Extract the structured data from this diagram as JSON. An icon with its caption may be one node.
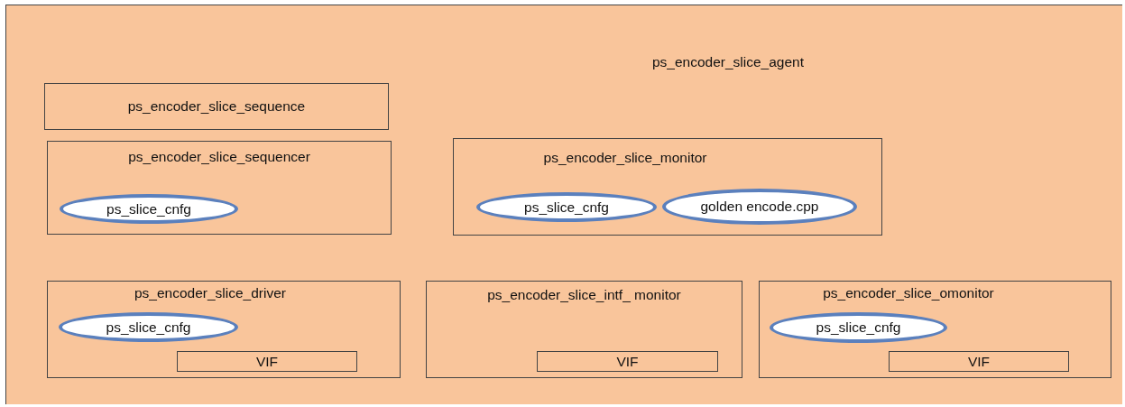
{
  "diagram": {
    "nodes": [
      {
        "text": [
          "ps_encoder_slice_agent"
        ]
      },
      {
        "text": [
          "ps_encoder_slice_sequence"
        ],
        "in": 0
      },
      {
        "text": [
          "ps_encoder_slice_sequencer"
        ],
        "in": 0
      },
      {
        "text": [
          "ps_slice_cnfg"
        ],
        "in": 2
      },
      {
        "text": [
          "ps_encoder_slice_monitor"
        ],
        "in": 0
      },
      {
        "text": [
          "ps_slice_cnfg"
        ],
        "in": 4
      },
      {
        "text": [
          "golden encode.cpp"
        ],
        "in": 4
      },
      {
        "text": [
          "ps_encoder_slice_driver"
        ],
        "in": 0
      },
      {
        "text": [
          "ps_slice_cnfg"
        ],
        "in": 7
      },
      {
        "text": [
          "VIF"
        ],
        "in": 7
      },
      {
        "text": [
          "ps_encoder_slice_intf_ monitor"
        ],
        "in": 0
      },
      {
        "text": [
          "VIF"
        ],
        "in": 10
      },
      {
        "text": [
          "ps_encoder_slice_omonitor"
        ],
        "in": 0
      },
      {
        "text": [
          "ps_slice_cnfg"
        ],
        "in": 12
      },
      {
        "text": [
          "VIF"
        ],
        "in": 12
      }
    ]
  }
}
